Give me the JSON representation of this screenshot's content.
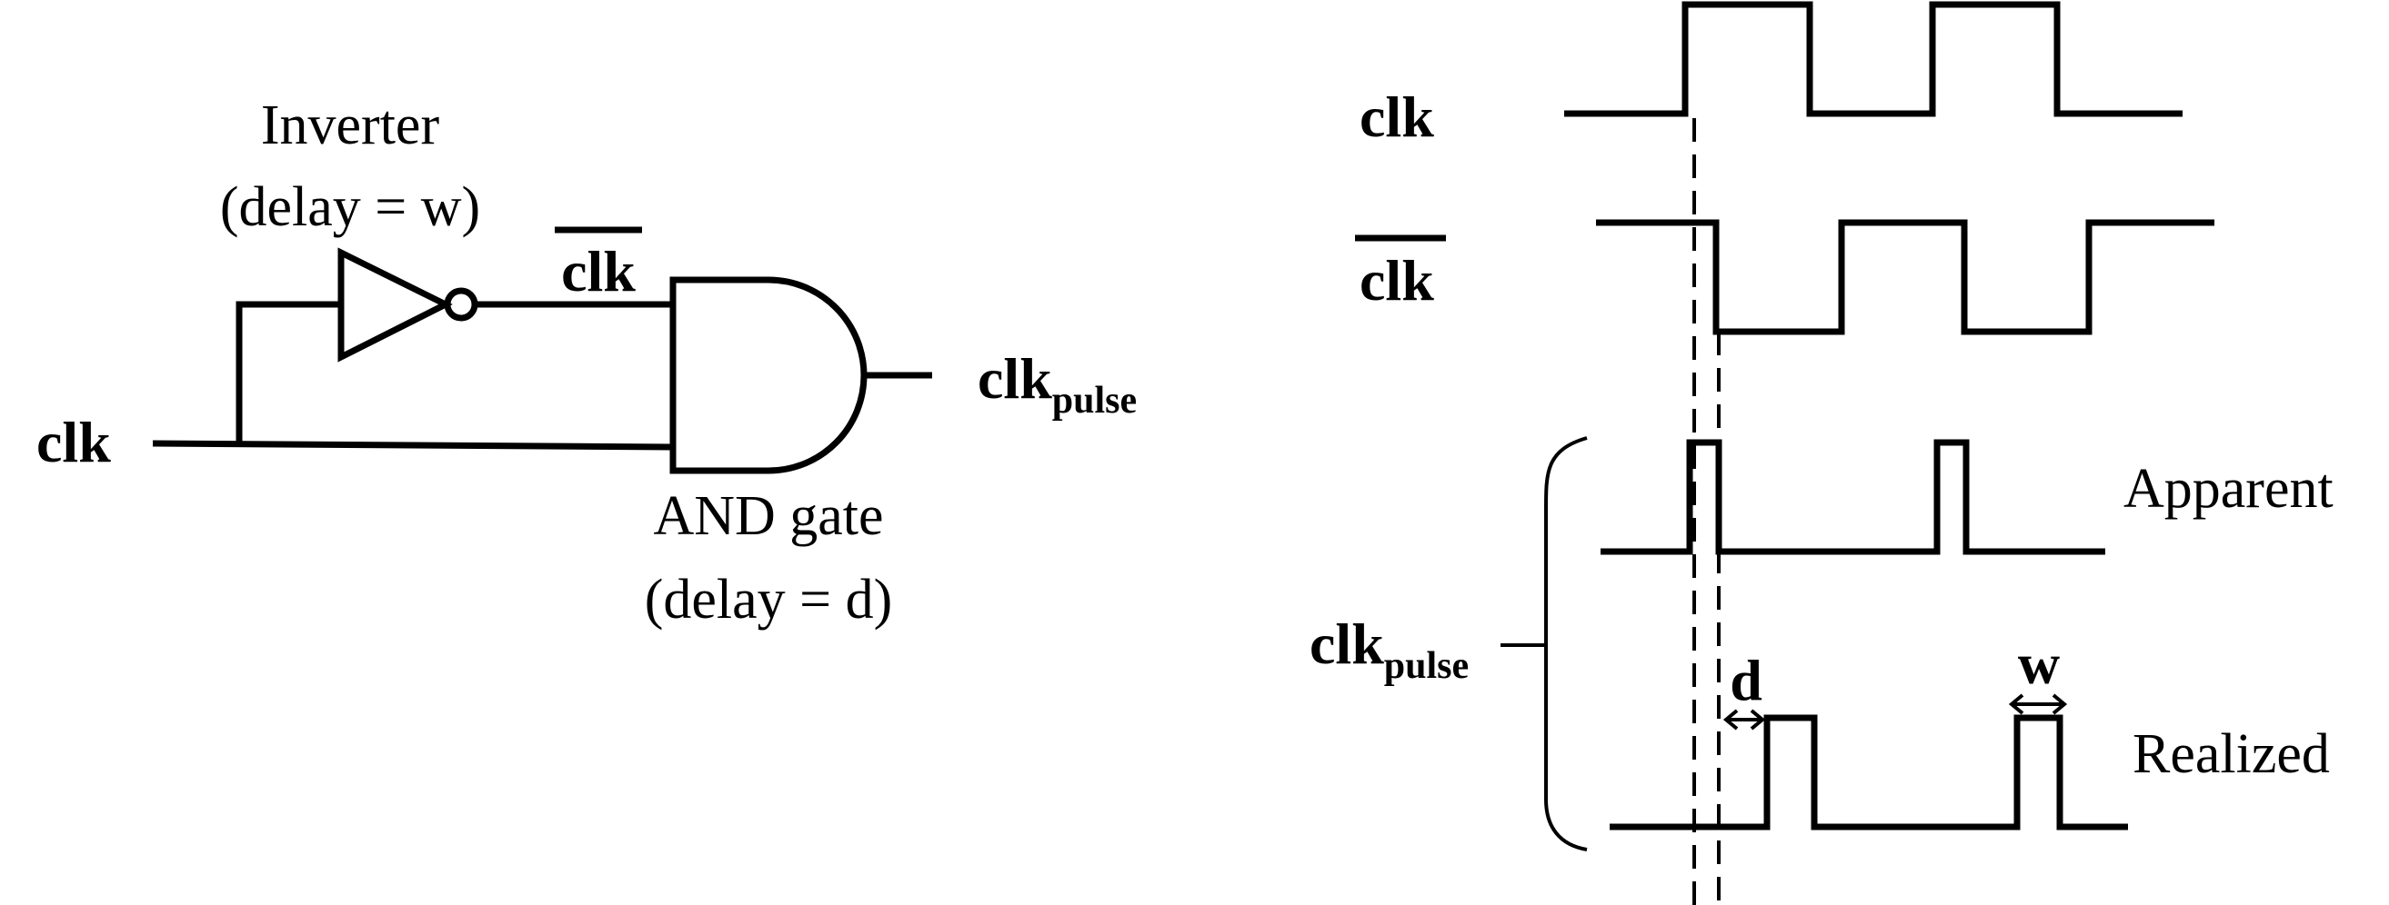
{
  "circuit": {
    "input_label": "clk",
    "inverter_label": "Inverter",
    "inverter_delay": "(delay = w)",
    "inverted_label": "clk",
    "and_label": "AND gate",
    "and_delay": "(delay = d)",
    "output_label": "clk",
    "output_subscript": "pulse"
  },
  "timing": {
    "clk_label": "clk",
    "clk_bar_label": "clk",
    "pulse_label": "clk",
    "pulse_subscript": "pulse",
    "apparent_label": "Apparent",
    "realized_label": "Realized",
    "d_label": "d",
    "w_label": "w"
  }
}
